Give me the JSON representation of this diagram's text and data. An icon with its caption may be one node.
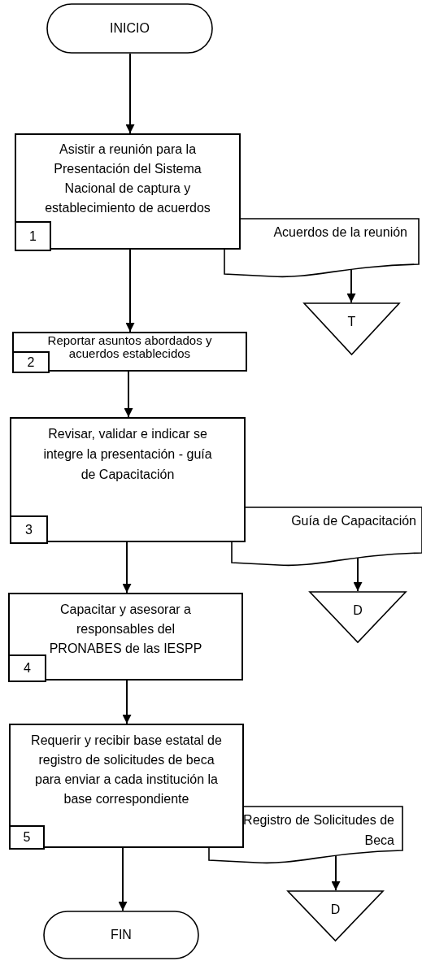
{
  "diagram": {
    "nodes": [
      {
        "text": [
          "INICIO"
        ]
      },
      {
        "text": [
          "Asistir a reunión para la Presentación del Sistema Nacional de captura y establecimiento de acuerdos"
        ]
      },
      {
        "text": [
          "1"
        ],
        "in": 1
      },
      {
        "text": [
          "Acuerdos de la reunión"
        ]
      },
      {
        "text": [
          "T"
        ]
      },
      {
        "text": [
          "Reportar asuntos abordados y acuerdos establecidos"
        ]
      },
      {
        "text": [
          "2"
        ],
        "in": 5
      },
      {
        "text": [
          "Revisar, validar e indicar se integre la presentación - guía de Capacitación"
        ]
      },
      {
        "text": [
          "3"
        ],
        "in": 7
      },
      {
        "text": [
          "Guía de Capacitación"
        ]
      },
      {
        "text": [
          "D"
        ]
      },
      {
        "text": [
          "Capacitar y asesorar a responsables del PRONABES de las IESPP"
        ]
      },
      {
        "text": [
          "4"
        ],
        "in": 11
      },
      {
        "text": [
          "Requerir y recibir base estatal de registro de solicitudes de beca para enviar a cada institución la base correspondiente"
        ]
      },
      {
        "text": [
          "5"
        ],
        "in": 13
      },
      {
        "text": [
          "Registro de Solicitudes de Beca"
        ]
      },
      {
        "text": [
          "D"
        ]
      },
      {
        "text": [
          "FIN"
        ]
      }
    ],
    "edges": [
      {
        "from": 0,
        "to": 1,
        "arrow": "to"
      },
      {
        "from": 1,
        "to": 5,
        "arrow": "to"
      },
      {
        "from": 3,
        "to": 4,
        "arrow": "to"
      },
      {
        "from": 5,
        "to": 7,
        "arrow": "to"
      },
      {
        "from": 7,
        "to": 11,
        "arrow": "to"
      },
      {
        "from": 9,
        "to": 10,
        "arrow": "to"
      },
      {
        "from": 11,
        "to": 13,
        "arrow": "to"
      },
      {
        "from": 13,
        "to": 17,
        "arrow": "to"
      },
      {
        "from": 15,
        "to": 16,
        "arrow": "to"
      }
    ]
  }
}
